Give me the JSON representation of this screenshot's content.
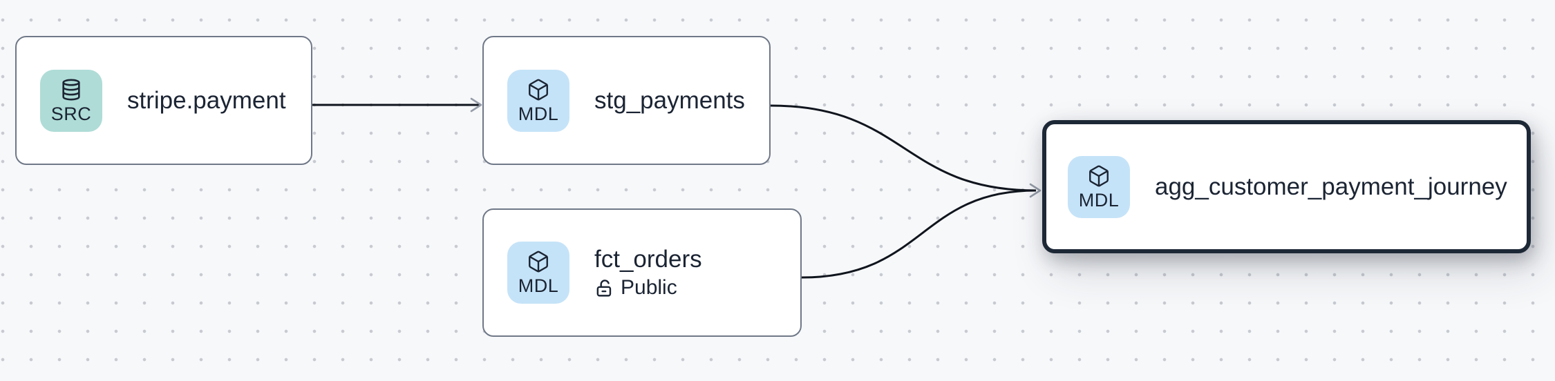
{
  "diagram": {
    "type": "data-lineage-graph",
    "nodes": [
      {
        "id": "stripe.payment",
        "title": "stripe.payment",
        "badge_label": "SRC",
        "badge_icon": "database-icon",
        "badge_color": "#afdcd7",
        "selected": false
      },
      {
        "id": "stg_payments",
        "title": "stg_payments",
        "badge_label": "MDL",
        "badge_icon": "box-icon",
        "badge_color": "#c5e3f8",
        "selected": false
      },
      {
        "id": "fct_orders",
        "title": "fct_orders",
        "access_label": "Public",
        "access_icon": "unlock-icon",
        "badge_label": "MDL",
        "badge_icon": "box-icon",
        "badge_color": "#c5e3f8",
        "selected": false
      },
      {
        "id": "agg_customer_payment_journey",
        "title": "agg_customer_payment_journey",
        "badge_label": "MDL",
        "badge_icon": "box-icon",
        "badge_color": "#c5e3f8",
        "selected": true
      }
    ],
    "edges": [
      {
        "from": "stripe.payment",
        "to": "stg_payments"
      },
      {
        "from": "stg_payments",
        "to": "agg_customer_payment_journey"
      },
      {
        "from": "fct_orders",
        "to": "agg_customer_payment_journey"
      }
    ],
    "colors": {
      "canvas_background": "#f7f8fa",
      "grid_dot": "#c7cad1",
      "node_background": "#ffffff",
      "node_border": "#6f7887",
      "selected_node_border": "#1d2836",
      "text": "#1b2433",
      "edge_line": "#10151d",
      "edge_arrowhead": "#959ca7",
      "src_badge": "#afdcd7",
      "mdl_badge": "#c5e3f8"
    }
  }
}
